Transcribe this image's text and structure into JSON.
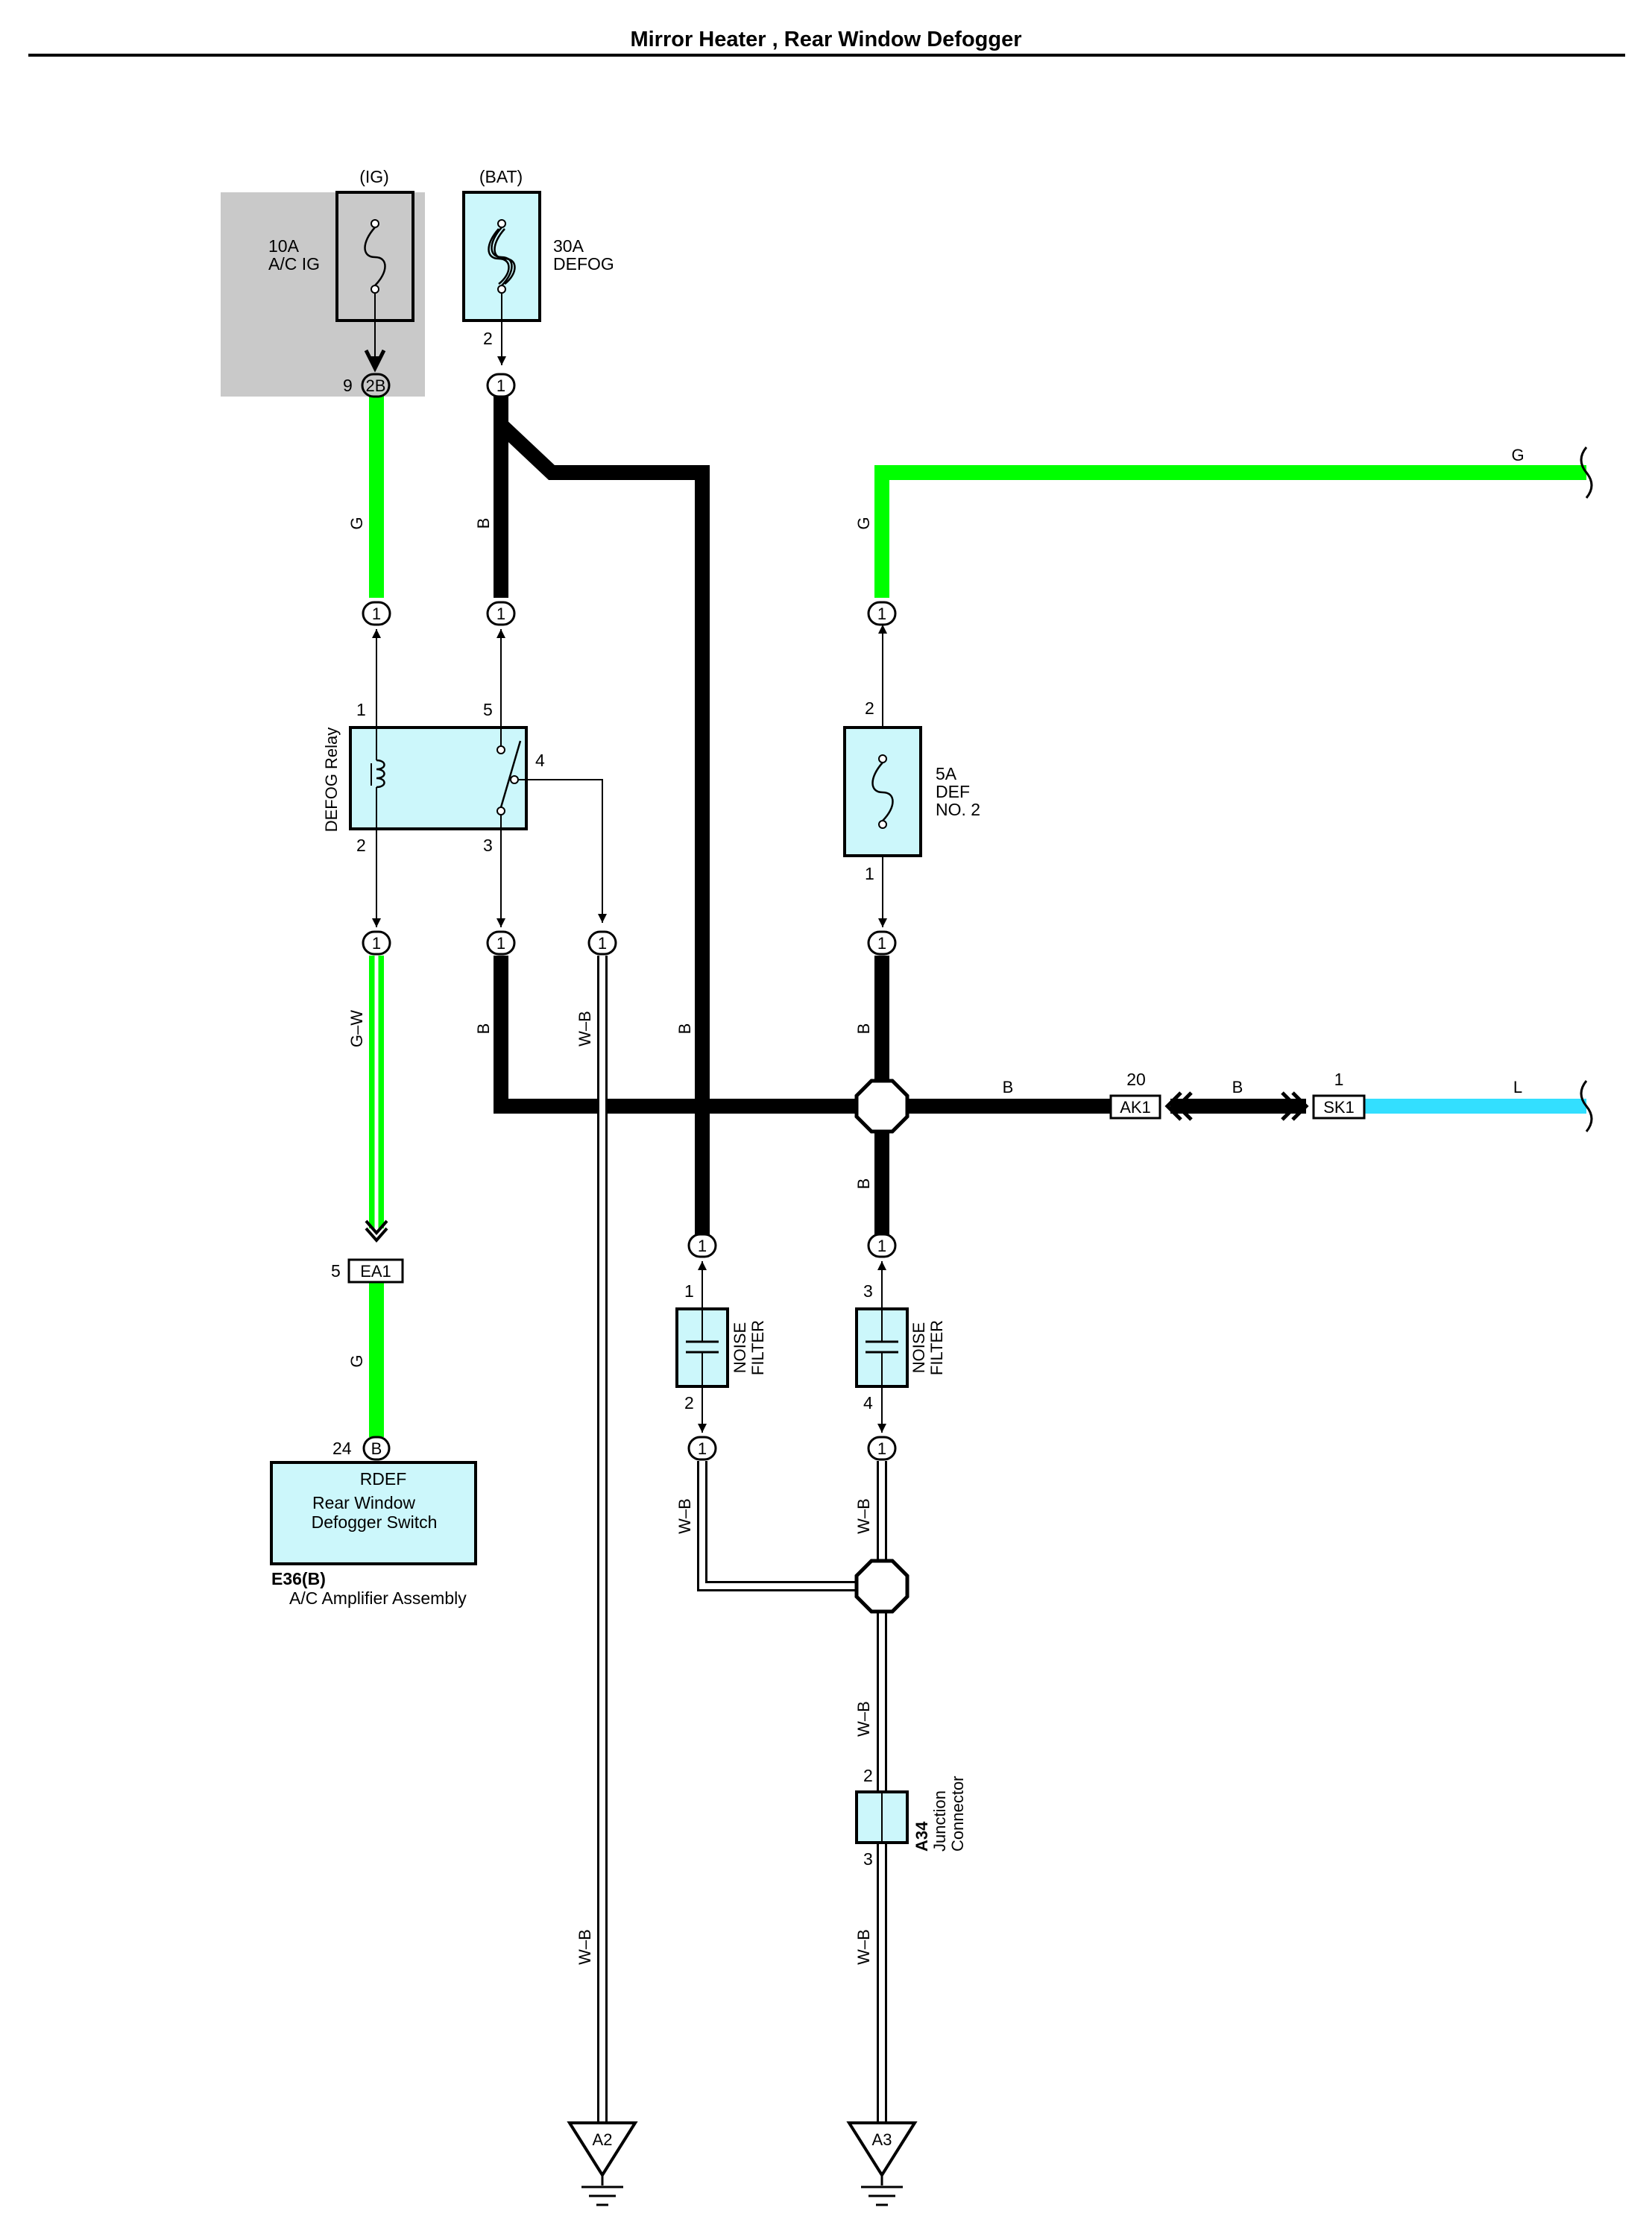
{
  "title": "Mirror Heater , Rear Window Defogger",
  "colors": {
    "wire_green": "#00ff00",
    "wire_black": "#000000",
    "wire_blue": "#33dfff",
    "component_fill": "#ccf7fb",
    "shaded_area": "#c9c9c9"
  },
  "fuses": {
    "acig": {
      "supply": "(IG)",
      "rating": "10A",
      "name": "A/C IG"
    },
    "defog": {
      "supply": "(BAT)",
      "rating": "30A",
      "name": "DEFOG",
      "pin": "2"
    },
    "def2": {
      "rating": "5A",
      "name1": "DEF",
      "name2": "NO. 2",
      "pin_top": "2",
      "pin_bottom": "1"
    }
  },
  "relay": {
    "name": "DEFOG Relay",
    "pin1": "1",
    "pin2": "2",
    "pin3": "3",
    "pin4": "4",
    "pin5": "5"
  },
  "connectors": {
    "c2b": {
      "label": "2B",
      "pin": "9"
    },
    "one": "1",
    "ea1": {
      "label": "EA1",
      "pin": "5"
    },
    "ak1": {
      "label": "AK1",
      "pin": "20"
    },
    "sk1": {
      "label": "SK1",
      "pin": "1"
    },
    "b24": {
      "label": "B",
      "pin": "24"
    }
  },
  "wire_colors": {
    "g": "G",
    "b": "B",
    "gw": "G–W",
    "wb": "W–B",
    "l": "L"
  },
  "noise_filter1": {
    "line1": "NOISE",
    "line2": "FILTER",
    "pin_top": "1",
    "pin_bottom": "2"
  },
  "noise_filter2": {
    "line1": "NOISE",
    "line2": "FILTER",
    "pin_top": "3",
    "pin_bottom": "4"
  },
  "amplifier": {
    "func": "RDEF",
    "line1": "Rear Window",
    "line2": "Defogger Switch",
    "code": "E36(B)",
    "name": "A/C Amplifier Assembly"
  },
  "junction": {
    "code": "A34",
    "line1": "Junction",
    "line2": "Connector",
    "pin_top": "2",
    "pin_bottom": "3"
  },
  "grounds": {
    "a2": "A2",
    "a3": "A3"
  }
}
